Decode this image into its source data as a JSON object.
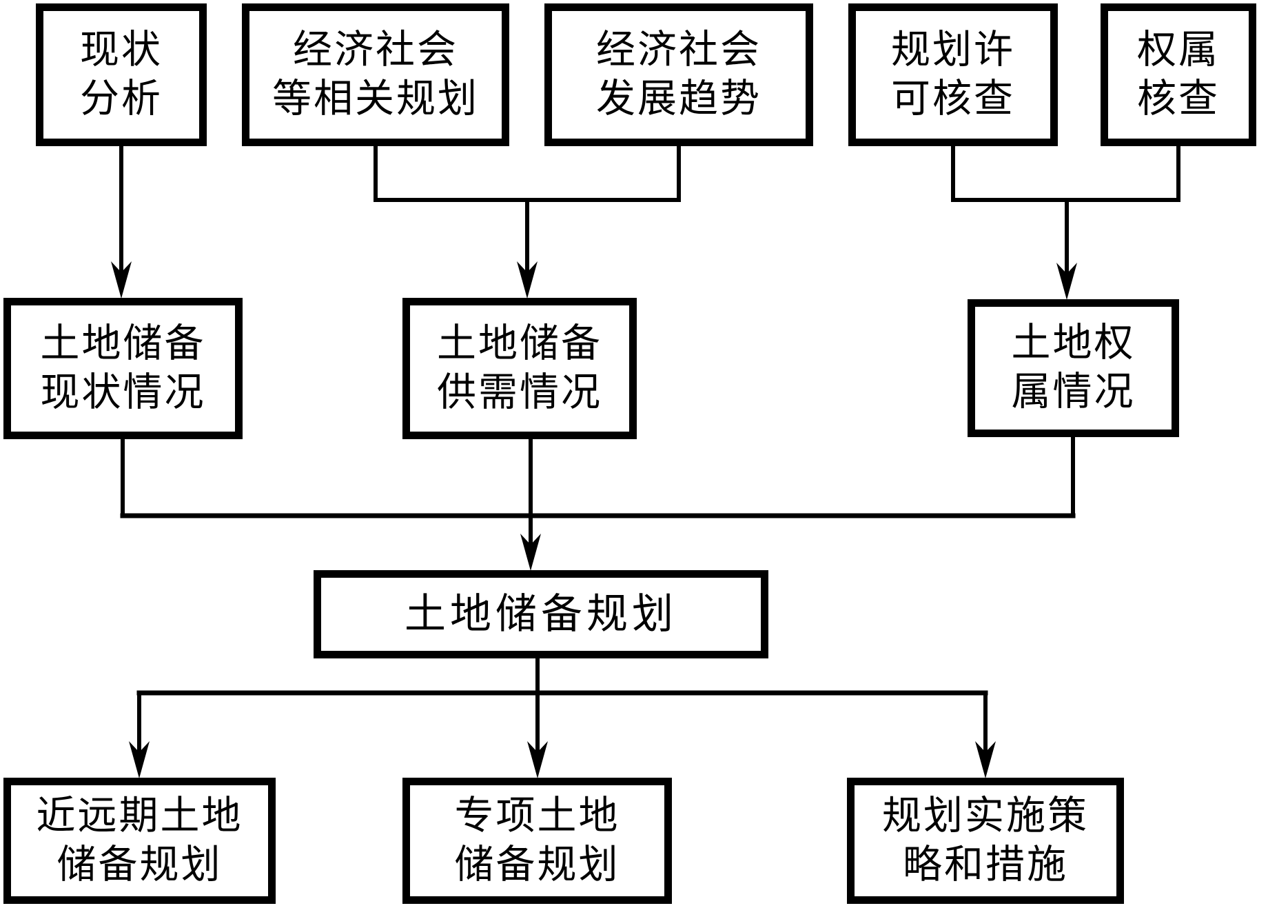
{
  "colors": {
    "line": "#000000",
    "background": "#ffffff",
    "box_fill": "#ffffff"
  },
  "boxes": {
    "status_analysis": {
      "label": "现状\n分析"
    },
    "related_plans": {
      "label": "经济社会\n等相关规划"
    },
    "development_trends": {
      "label": "经济社会\n发展趋势"
    },
    "planning_permit_check": {
      "label": "规划许\n可核查"
    },
    "ownership_check": {
      "label": "权属\n核查"
    },
    "reserve_current_status": {
      "label": "土地储备\n现状情况"
    },
    "reserve_supply_demand": {
      "label": "土地储备\n供需情况"
    },
    "land_ownership_status": {
      "label": "土地权\n属情况"
    },
    "land_reserve_plan": {
      "label": "土地储备规划"
    },
    "near_long_term_plan": {
      "label": "近远期土地\n储备规划"
    },
    "special_reserve_plan": {
      "label": "专项土地\n储备规划"
    },
    "implementation_strategy": {
      "label": "规划实施策\n略和措施"
    }
  }
}
